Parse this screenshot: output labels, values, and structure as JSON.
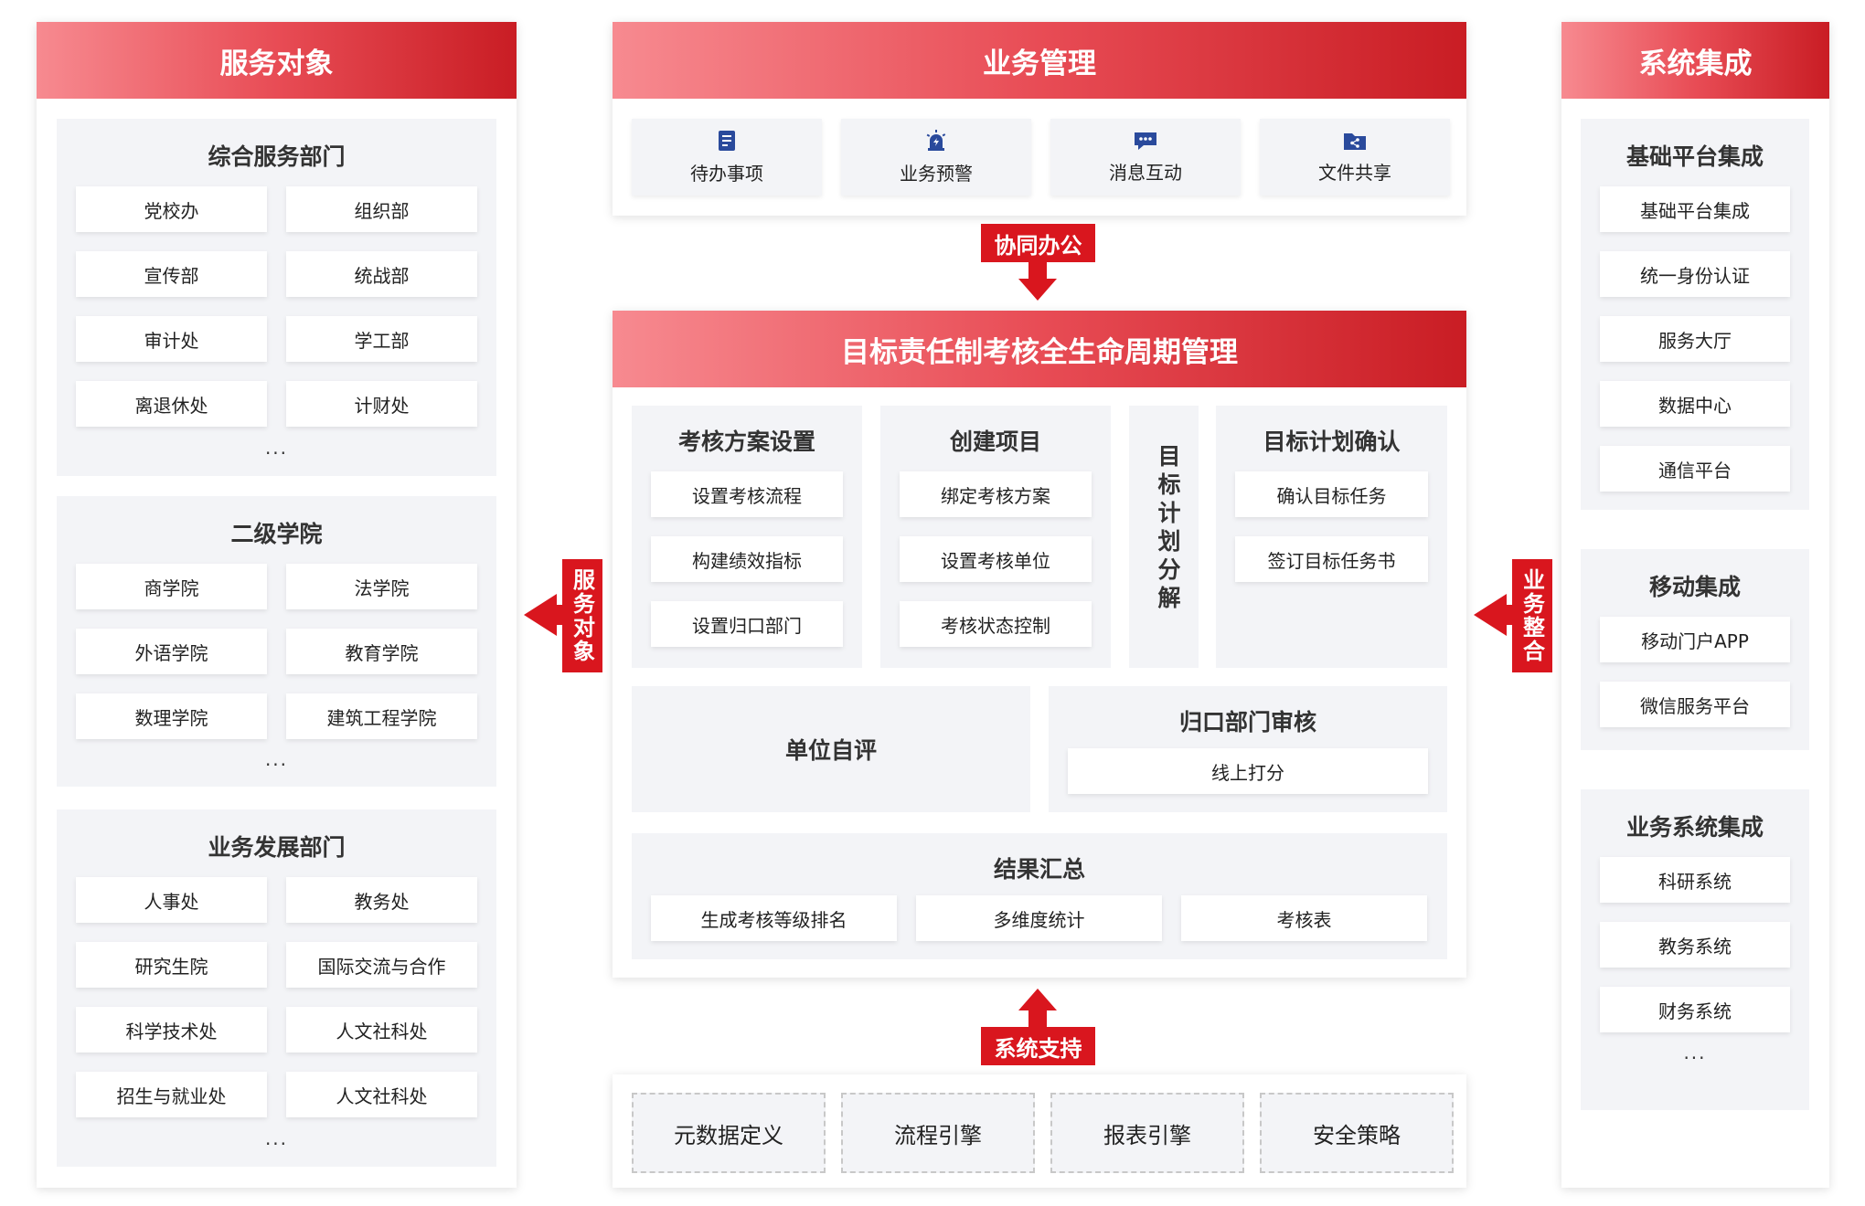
{
  "left": {
    "title": "服务对象",
    "groups": [
      {
        "title": "综合服务部门",
        "items": [
          "党校办",
          "组织部",
          "宣传部",
          "统战部",
          "审计处",
          "学工部",
          "离退休处",
          "计财处"
        ],
        "more": "..."
      },
      {
        "title": "二级学院",
        "items": [
          "商学院",
          "法学院",
          "外语学院",
          "教育学院",
          "数理学院",
          "建筑工程学院"
        ],
        "more": "..."
      },
      {
        "title": "业务发展部门",
        "items": [
          "人事处",
          "教务处",
          "研究生院",
          "国际交流与合作",
          "科学技术处",
          "人文社科处",
          "招生与就业处",
          "人文社科处"
        ],
        "more": "..."
      }
    ],
    "arrow_tag": "服务对象"
  },
  "center": {
    "business": {
      "title": "业务管理",
      "items": [
        {
          "label": "待办事项",
          "icon": "document-list-icon"
        },
        {
          "label": "业务预警",
          "icon": "alarm-icon"
        },
        {
          "label": "消息互动",
          "icon": "chat-icon"
        },
        {
          "label": "文件共享",
          "icon": "folder-share-icon"
        }
      ]
    },
    "collab_tag": "协同办公",
    "main": {
      "title": "目标责任制考核全生命周期管理",
      "plan": {
        "title": "考核方案设置",
        "items": [
          "设置考核流程",
          "构建绩效指标",
          "设置归口部门"
        ]
      },
      "project": {
        "title": "创建项目",
        "items": [
          "绑定考核方案",
          "设置考核单位",
          "考核状态控制"
        ]
      },
      "decomp": "目标计划分解",
      "confirm": {
        "title": "目标计划确认",
        "items": [
          "确认目标任务",
          "签订目标任务书"
        ]
      },
      "self_eval": "单位自评",
      "review": {
        "title": "归口部门审核",
        "items": [
          "线上打分"
        ]
      },
      "summary": {
        "title": "结果汇总",
        "items": [
          "生成考核等级排名",
          "多维度统计",
          "考核表"
        ]
      }
    },
    "support_tag": "系统支持",
    "support_items": [
      "元数据定义",
      "流程引擎",
      "报表引擎",
      "安全策略"
    ]
  },
  "right": {
    "title": "系统集成",
    "arrow_tag": "业务整合",
    "groups": [
      {
        "title": "基础平台集成",
        "items": [
          "基础平台集成",
          "统一身份认证",
          "服务大厅",
          "数据中心",
          "通信平台"
        ]
      },
      {
        "title": "移动集成",
        "items": [
          "移动门户APP",
          "微信服务平台"
        ]
      },
      {
        "title": "业务系统集成",
        "items": [
          "科研系统",
          "教务系统",
          "财务系统"
        ],
        "more": "..."
      }
    ]
  },
  "colors": {
    "accent": "#d9161e",
    "header_start": "#f78a90",
    "header_end": "#c91d24",
    "group_bg": "#f3f4f7",
    "icon_blue": "#2a4a9c"
  }
}
